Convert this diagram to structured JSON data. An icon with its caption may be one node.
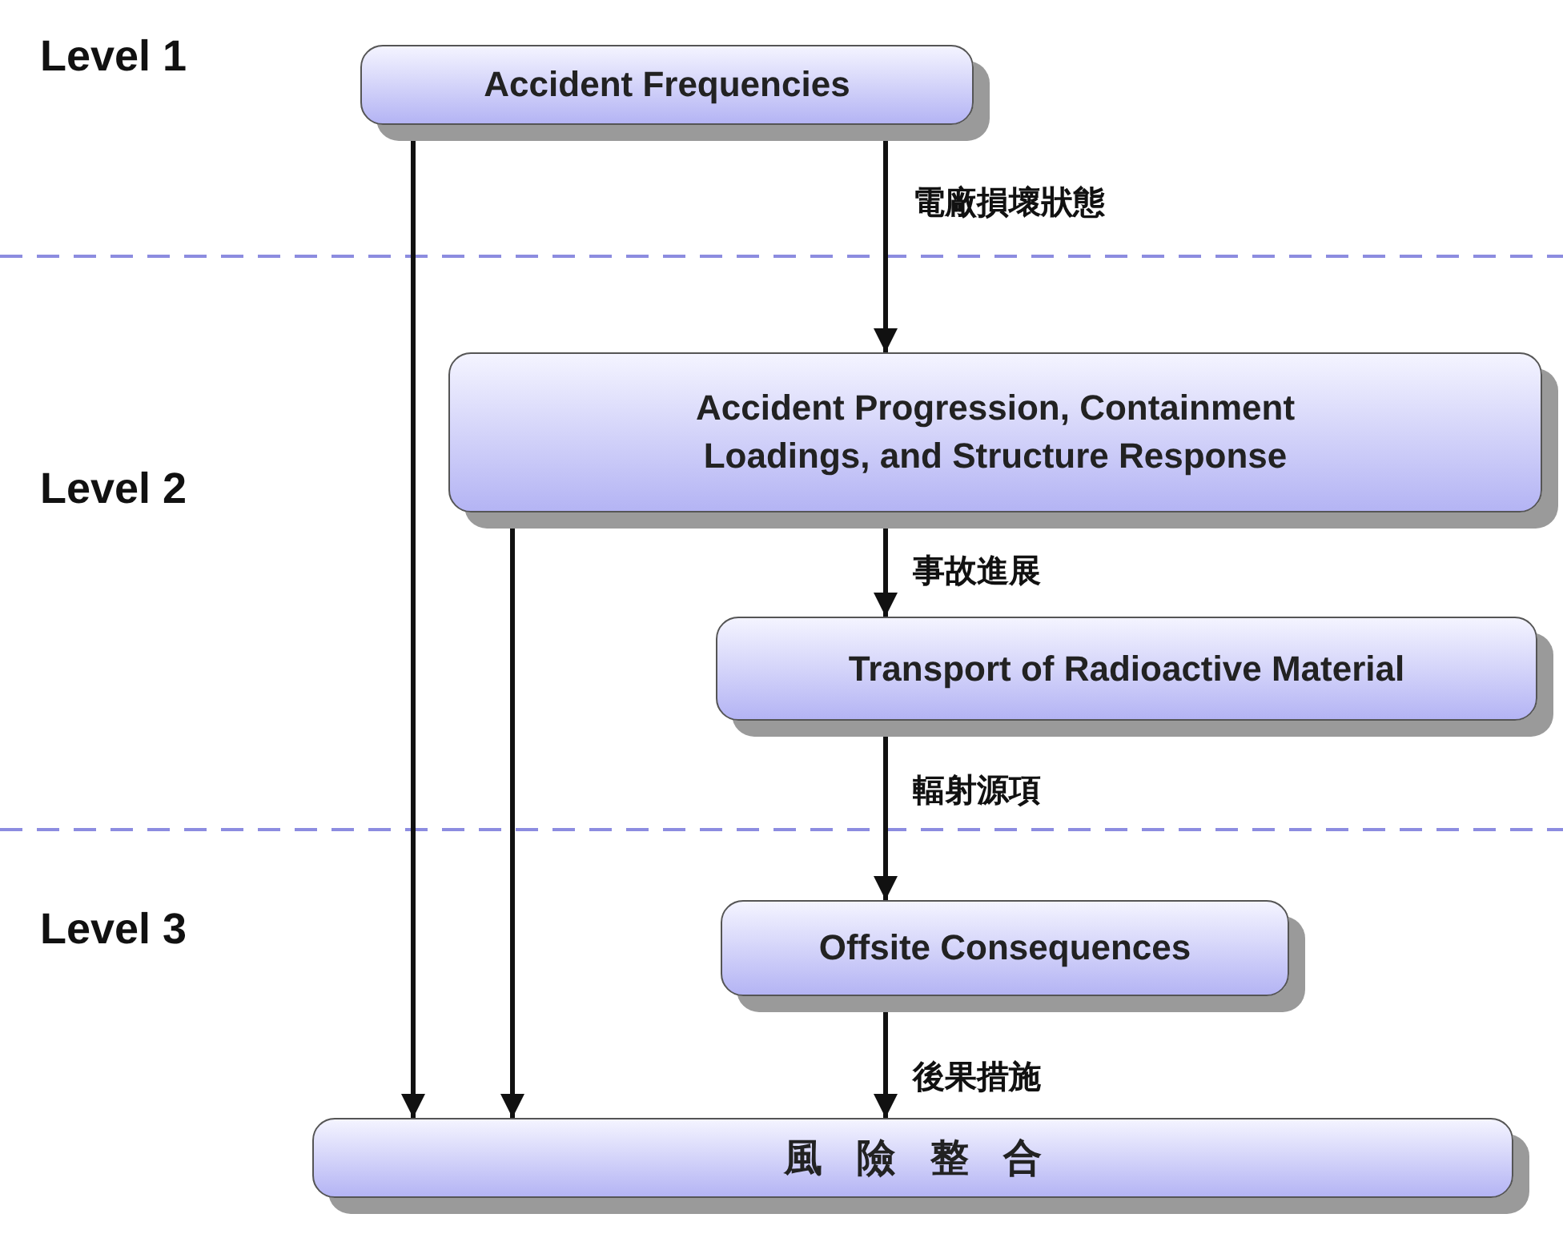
{
  "diagram": {
    "nodes": [
      {
        "text": [
          "Accident Frequencies"
        ]
      },
      {
        "text": [
          "Accident Progression, Containment Loadings, and Structure Response"
        ]
      },
      {
        "text": [
          "Transport of Radioactive Material"
        ]
      },
      {
        "text": [
          "Offsite Consequences"
        ]
      },
      {
        "text": [
          "風險整合"
        ]
      }
    ],
    "edges": [
      {
        "from": 0,
        "to": 1,
        "arrow": "to",
        "label": "電廠損壞狀態"
      },
      {
        "from": 0,
        "to": 4,
        "arrow": "to"
      },
      {
        "from": 1,
        "to": 2,
        "arrow": "to",
        "label": "事故進展"
      },
      {
        "from": 1,
        "to": 4,
        "arrow": "to"
      },
      {
        "from": 2,
        "to": 3,
        "arrow": "to",
        "label": "輻射源項"
      },
      {
        "from": 3,
        "to": 4,
        "arrow": "to",
        "label": "後果措施"
      }
    ],
    "labels": [
      "Level 1",
      "Level 2",
      "Level 3"
    ]
  }
}
